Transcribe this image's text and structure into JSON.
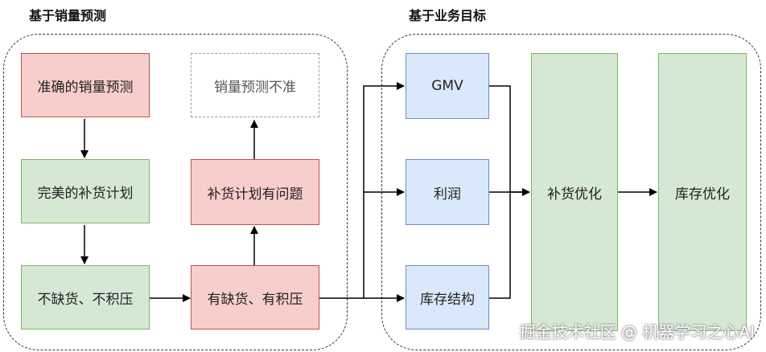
{
  "sections": {
    "left_title": "基于销量预测",
    "right_title": "基于业务目标"
  },
  "nodes": {
    "accurate_forecast": "准确的销量预测",
    "perfect_plan": "完美的补货计划",
    "no_shortage": "不缺货、不积压",
    "inaccurate_forecast": "销量预测不准",
    "plan_problem": "补货计划有问题",
    "has_shortage": "有缺货、有积压",
    "gmv": "GMV",
    "profit": "利润",
    "inventory_structure": "库存结构",
    "replenishment_opt": "补货优化",
    "inventory_opt": "库存优化"
  },
  "watermark": "掘金技术社区 @ 机器学习之心AI",
  "colors": {
    "red_fill": "#f8cecc",
    "red_border": "#b85450",
    "green_fill": "#d5e8d4",
    "green_border": "#82b366",
    "blue_fill": "#dae8fc",
    "blue_border": "#6c8ebf"
  }
}
